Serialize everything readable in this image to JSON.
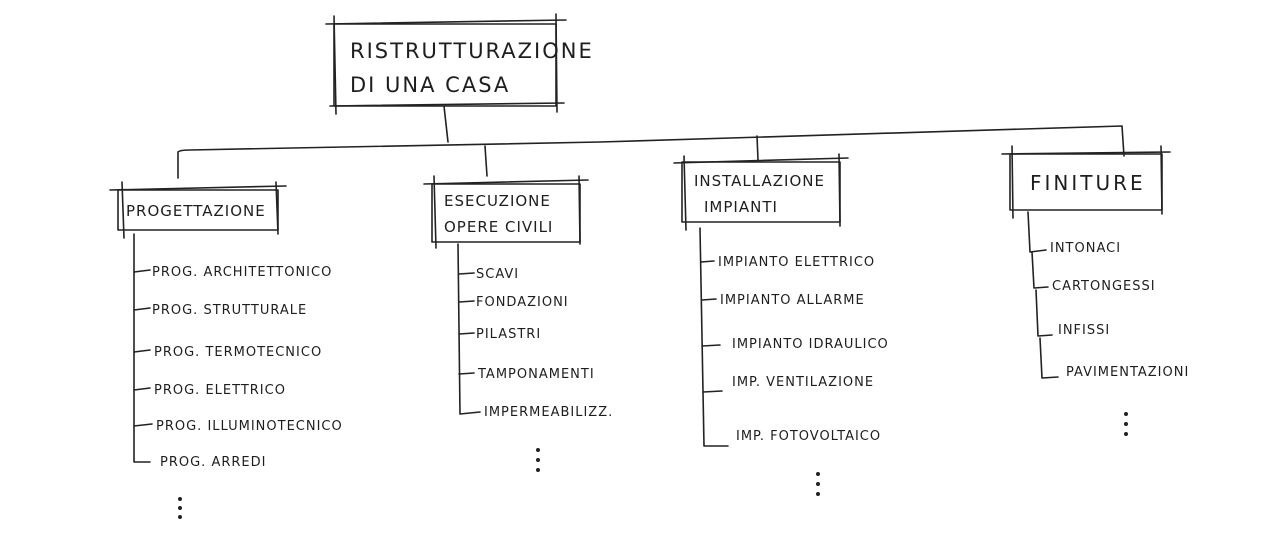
{
  "root": {
    "line1": "Ristrutturazione",
    "line2": "di una casa"
  },
  "branches": [
    {
      "title": [
        "Progettazione"
      ],
      "items": [
        "Prog. Architettonico",
        "Prog. Strutturale",
        "Prog. Termotecnico",
        "Prog. Elettrico",
        "Prog. Illuminotecnico",
        "Prog. Arredi"
      ],
      "more": "⋮"
    },
    {
      "title": [
        "Esecuzione",
        "Opere civili"
      ],
      "items": [
        "Scavi",
        "Fondazioni",
        "Pilastri",
        "Tamponamenti",
        "Impermeabilizz."
      ],
      "more": "⋮"
    },
    {
      "title": [
        "Installazione",
        "impianti"
      ],
      "items": [
        "Impianto elettrico",
        "Impianto allarme",
        "Impianto idraulico",
        "Imp. ventilazione",
        "Imp. fotovoltaico"
      ],
      "more": "⋮"
    },
    {
      "title": [
        "Finiture"
      ],
      "items": [
        "Intonaci",
        "Cartongessi",
        "Infissi",
        "Pavimentazioni"
      ],
      "more": "⋮"
    }
  ]
}
